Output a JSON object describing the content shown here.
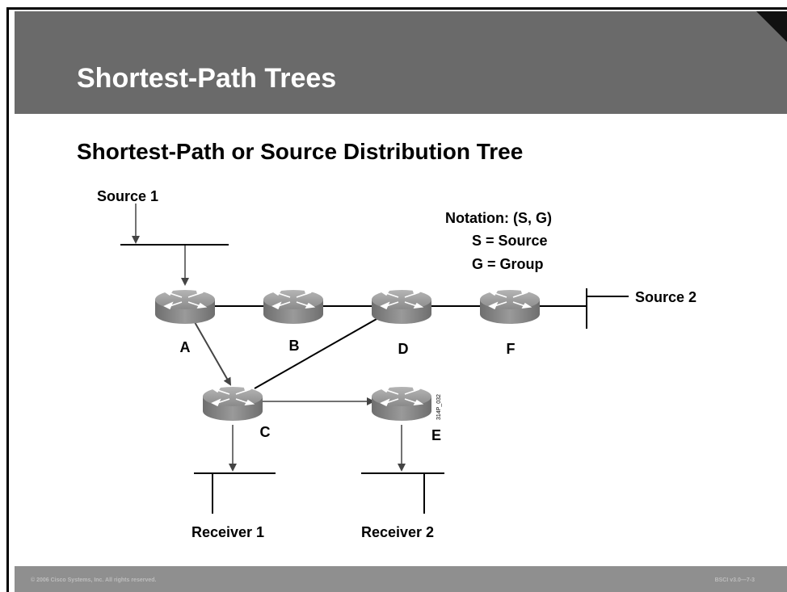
{
  "slide": {
    "title": "Shortest-Path Trees",
    "subtitle": "Shortest-Path or Source Distribution Tree"
  },
  "diagram": {
    "routers": [
      {
        "id": "A",
        "label": "A"
      },
      {
        "id": "B",
        "label": "B"
      },
      {
        "id": "D",
        "label": "D"
      },
      {
        "id": "F",
        "label": "F"
      },
      {
        "id": "C",
        "label": "C"
      },
      {
        "id": "E",
        "label": "E"
      }
    ],
    "links": [
      {
        "from": "A",
        "to": "B"
      },
      {
        "from": "B",
        "to": "D"
      },
      {
        "from": "D",
        "to": "F"
      },
      {
        "from": "D",
        "to": "C"
      },
      {
        "from": "A",
        "to": "C",
        "directed": true
      },
      {
        "from": "C",
        "to": "E",
        "directed": true
      }
    ],
    "hosts": {
      "source1": "Source 1",
      "source2": "Source 2",
      "receiver1": "Receiver 1",
      "receiver2": "Receiver 2"
    },
    "notation": {
      "line1": "Notation:  (S, G)",
      "line2": "S = Source",
      "line3": "G = Group"
    },
    "figure_id": "314P_032"
  },
  "footer": {
    "copyright": "© 2006 Cisco Systems, Inc. All rights reserved.",
    "course": "BSCI v3.0—7-3"
  },
  "colors": {
    "header": "#6a6a6a",
    "footer": "#8f8f8f",
    "router": "#8c8c8c"
  }
}
